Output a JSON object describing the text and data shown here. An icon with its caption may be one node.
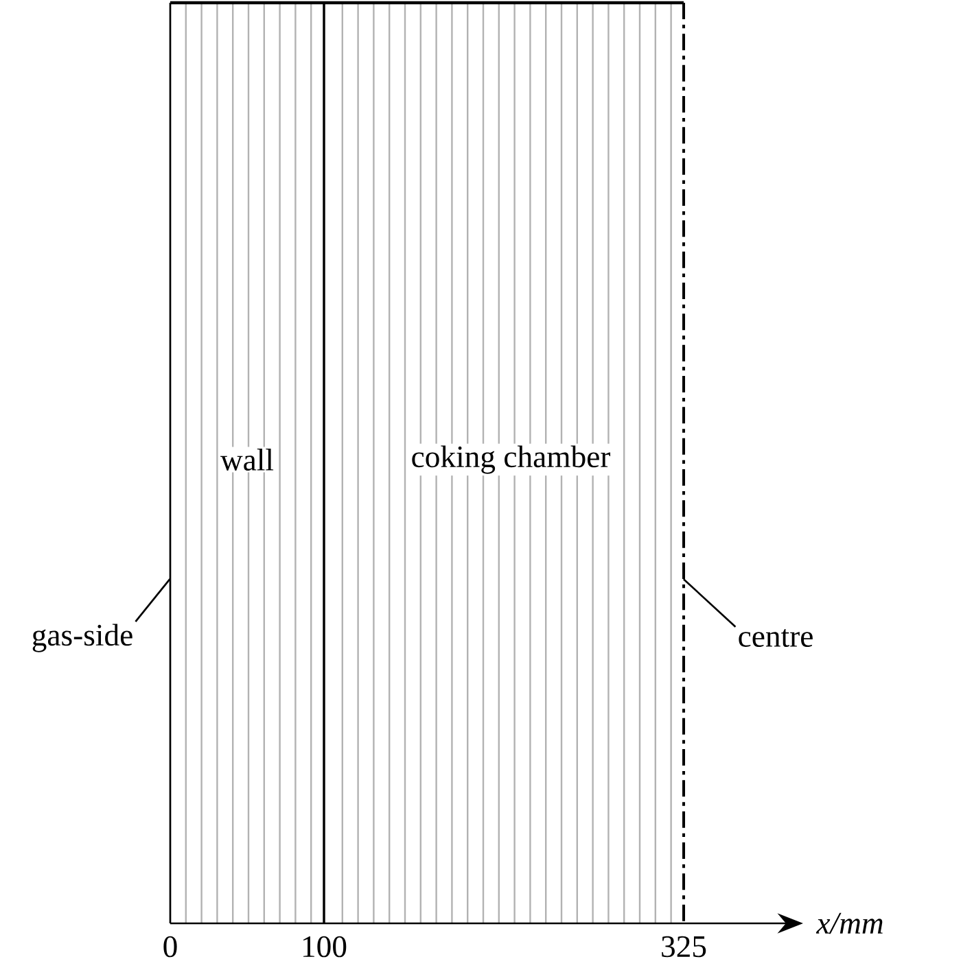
{
  "diagram": {
    "nodes": [
      {
        "text": [
          "wall"
        ]
      },
      {
        "text": [
          "coking chamber"
        ]
      },
      {
        "text": [
          "gas-side"
        ]
      },
      {
        "text": [
          "centre"
        ]
      }
    ],
    "edges": [
      {
        "from": 2,
        "to": 0,
        "arrow": "none"
      },
      {
        "from": 3,
        "to": 1,
        "arrow": "none"
      }
    ],
    "labels": [
      "0",
      "100",
      "325",
      "x/mm"
    ]
  }
}
